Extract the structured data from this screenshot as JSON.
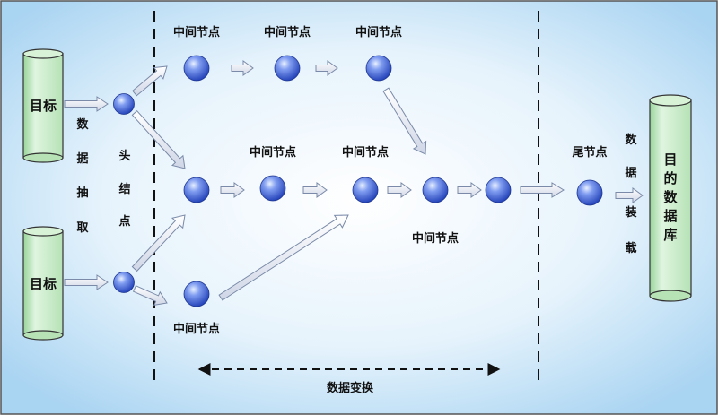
{
  "title": "数据变换",
  "sources": [
    {
      "label": "目标"
    },
    {
      "label": "目标"
    }
  ],
  "extract_label": [
    "数",
    "据",
    "抽",
    "取"
  ],
  "head_node_label": [
    "头",
    "结",
    "点"
  ],
  "middle_label": "中间节点",
  "tail_node_label": "尾节点",
  "load_label": [
    "数",
    "据",
    "装",
    "载"
  ],
  "target_db": [
    "目",
    "的",
    "数",
    "据",
    "库"
  ],
  "colors": {
    "background_center": "#ffffff",
    "background_edge": "#a9d4f2",
    "cylinder_fill": "#c8ecc8",
    "arrow_fill": "#e4e8f2",
    "arrow_stroke": "#7a8aa8",
    "node_fill": "#4a6fe0",
    "dashed_line": "#111111"
  }
}
